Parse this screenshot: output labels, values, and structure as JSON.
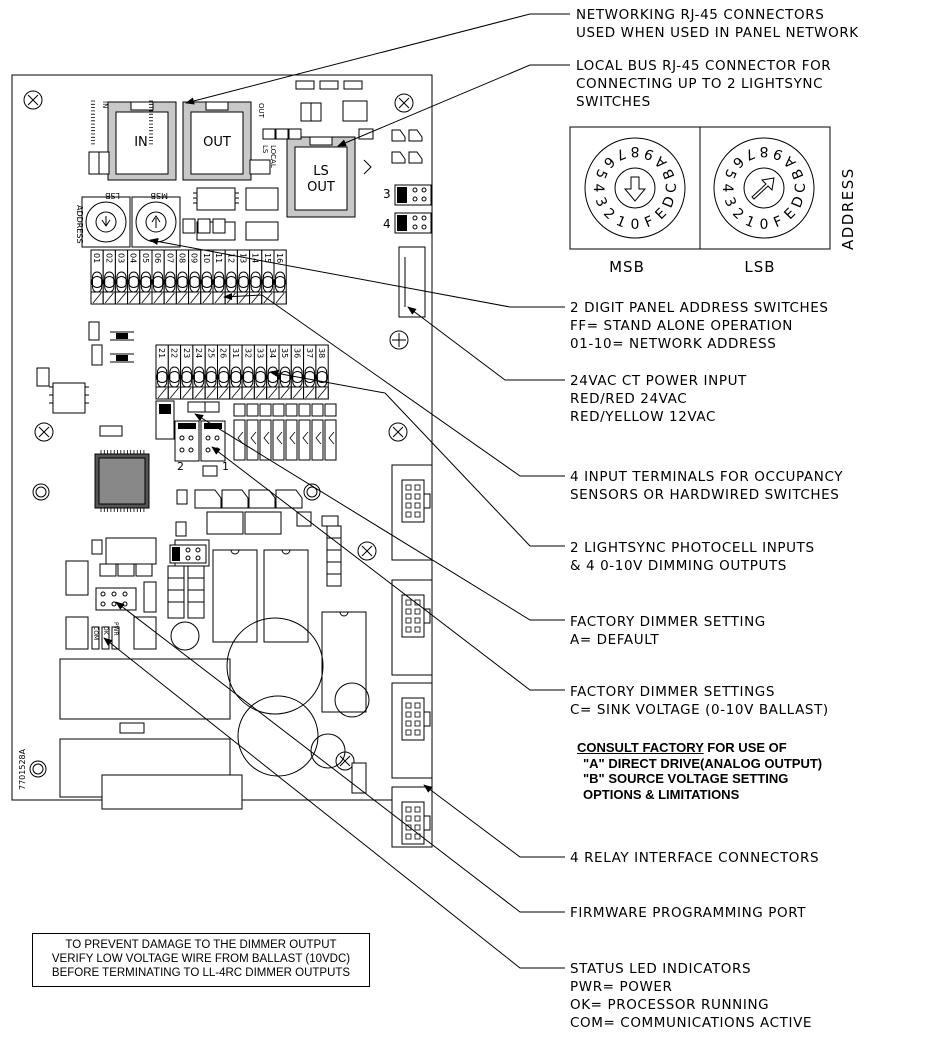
{
  "board": {
    "port_in": "IN",
    "port_out": "OUT",
    "port_in_side": "IN",
    "port_out_side": "OUT",
    "port_ls": "LS",
    "port_ls_out": "OUT",
    "local_label_1": "LOCAL",
    "local_label_2": "LS",
    "address_label": "ADDRESS",
    "msb": "MSB",
    "lsb": "LSB",
    "jumper_3": "3",
    "jumper_4": "4",
    "jumper_1": "1",
    "jumper_2": "2",
    "led_pwr": "PWR",
    "led_ok": "OK",
    "led_com": "COM",
    "part_number": "7701528A",
    "terminals_top": [
      "01",
      "02",
      "03",
      "04",
      "05",
      "06",
      "07",
      "08",
      "09",
      "10",
      "11",
      "12",
      "13",
      "14",
      "15",
      "16"
    ],
    "terminals_bottom": [
      "21",
      "22",
      "23",
      "24",
      "25",
      "26",
      "31",
      "32",
      "33",
      "34",
      "35",
      "36",
      "37",
      "38"
    ]
  },
  "inset": {
    "msb": "MSB",
    "lsb": "LSB",
    "address": "ADDRESS",
    "dial_chars": "0123456789ABCDEF"
  },
  "callouts": [
    {
      "lines": [
        "NETWORKING RJ-45 CONNECTORS",
        "USED WHEN USED IN PANEL NETWORK"
      ]
    },
    {
      "lines": [
        "LOCAL BUS RJ-45 CONNECTOR FOR",
        "CONNECTING UP TO 2 LIGHTSYNC",
        "SWITCHES"
      ]
    },
    {
      "lines": [
        "2 DIGIT PANEL ADDRESS SWITCHES",
        "FF= STAND ALONE OPERATION",
        "01-10= NETWORK ADDRESS"
      ]
    },
    {
      "lines": [
        "24VAC CT POWER INPUT",
        "RED/RED 24VAC",
        "RED/YELLOW 12VAC"
      ]
    },
    {
      "lines": [
        "4 INPUT TERMINALS FOR OCCUPANCY",
        "SENSORS OR HARDWIRED SWITCHES"
      ]
    },
    {
      "lines": [
        "2 LIGHTSYNC PHOTOCELL INPUTS",
        "& 4 0-10V DIMMING OUTPUTS"
      ]
    },
    {
      "lines": [
        "FACTORY DIMMER SETTING",
        "A= DEFAULT"
      ]
    },
    {
      "lines": [
        "FACTORY DIMMER SETTINGS",
        "C= SINK VOLTAGE (0-10V BALLAST)"
      ]
    },
    {
      "lines": [
        "4 RELAY INTERFACE CONNECTORS"
      ]
    },
    {
      "lines": [
        "FIRMWARE PROGRAMMING PORT"
      ]
    },
    {
      "lines": [
        "STATUS LED INDICATORS",
        "PWR= POWER",
        "OK= PROCESSOR RUNNING",
        "COM= COMMUNICATIONS ACTIVE"
      ]
    }
  ],
  "consult": {
    "line1_u": "CONSULT FACTORY",
    "line1_rest": " FOR USE OF",
    "line2": "\"A\" DIRECT DRIVE(ANALOG OUTPUT)",
    "line3": "\"B\" SOURCE VOLTAGE SETTING",
    "line4": "OPTIONS & LIMITATIONS"
  },
  "warning": {
    "line1": "TO PREVENT DAMAGE TO THE DIMMER OUTPUT",
    "line2": "VERIFY LOW VOLTAGE WIRE FROM BALLAST (10VDC)",
    "line3": "BEFORE TERMINATING TO LL-4RC DIMMER OUTPUTS"
  }
}
